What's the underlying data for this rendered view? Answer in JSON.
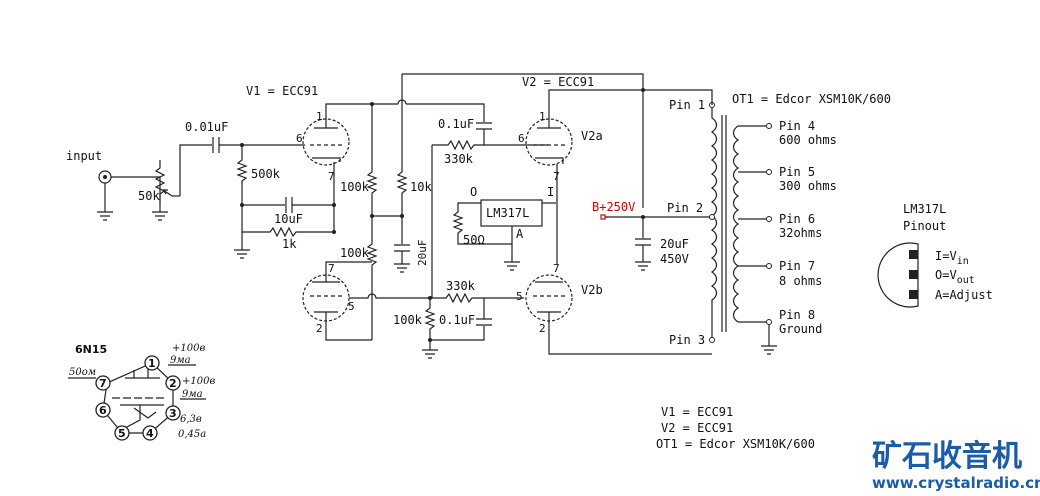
{
  "tubes": {
    "v1_label": "V1 = ECC91",
    "v2_label": "V2 = ECC91",
    "v2a": "V2a",
    "v2b": "V2b"
  },
  "input": {
    "label": "input",
    "coupling_cap": "0.01uF",
    "pot": "50k"
  },
  "parts": {
    "r_grid": "500k",
    "c_cathode": "10uF",
    "r_cathode": "1k",
    "r_plate_a": "100k",
    "r_plate_b": "100k",
    "r_10k": "10k",
    "c_20uf_v": "20uF",
    "c_top": "0.1uF",
    "r_330k_top": "330k",
    "r_330k_bot": "330k",
    "r_100k_bot": "100k",
    "c_bot": "0.1uF",
    "reg_chip": "LM317L",
    "reg_o": "O",
    "reg_i": "I",
    "reg_a": "A",
    "r_50": "50Ω",
    "bplus": "B+250V",
    "c_filter_a": "20uF",
    "c_filter_b": "450V"
  },
  "tube_pins": {
    "v1_top": [
      "1",
      "6",
      "7"
    ],
    "v1_bot": [
      "7",
      "5",
      "2"
    ],
    "v2a": [
      "1",
      "6",
      "7"
    ],
    "v2b": [
      "7",
      "5",
      "2"
    ]
  },
  "transformer": {
    "title": "OT1 = Edcor XSM10K/600",
    "primary": [
      "Pin 1",
      "Pin 2",
      "Pin 3"
    ],
    "secondary": [
      {
        "pin": "Pin 4",
        "desc": "600 ohms"
      },
      {
        "pin": "Pin 5",
        "desc": "300 ohms"
      },
      {
        "pin": "Pin 6",
        "desc": " 32ohms"
      },
      {
        "pin": "Pin 7",
        "desc": " 8 ohms"
      },
      {
        "pin": "Pin 8",
        "desc": "Ground"
      }
    ]
  },
  "pinout": {
    "title": "LM317L",
    "subtitle": "Pinout",
    "line_i": "I=V",
    "line_i_sub": "in",
    "line_o": "O=V",
    "line_o_sub": "out",
    "line_a": "A=Adjust"
  },
  "base": {
    "title": "6N15",
    "pins": [
      "1",
      "2",
      "3",
      "4",
      "5",
      "6",
      "7"
    ],
    "n1a": "+100в",
    "n1b": "9ма",
    "n2a": "+100в",
    "n2b": "9ма",
    "n3a": "6,3в",
    "n3b": "0,45а",
    "n7": "50ом"
  },
  "legend": {
    "lines": [
      "V1  =  ECC91",
      "V2  =  ECC91",
      "OT1 = Edcor XSM10K/600"
    ]
  },
  "brand": {
    "cn": "矿石收音机",
    "url": "www.crystalradio.cn"
  },
  "colors": {
    "wire": "#222222",
    "bplus": "#d40000",
    "brand": "#1a5ca8"
  }
}
